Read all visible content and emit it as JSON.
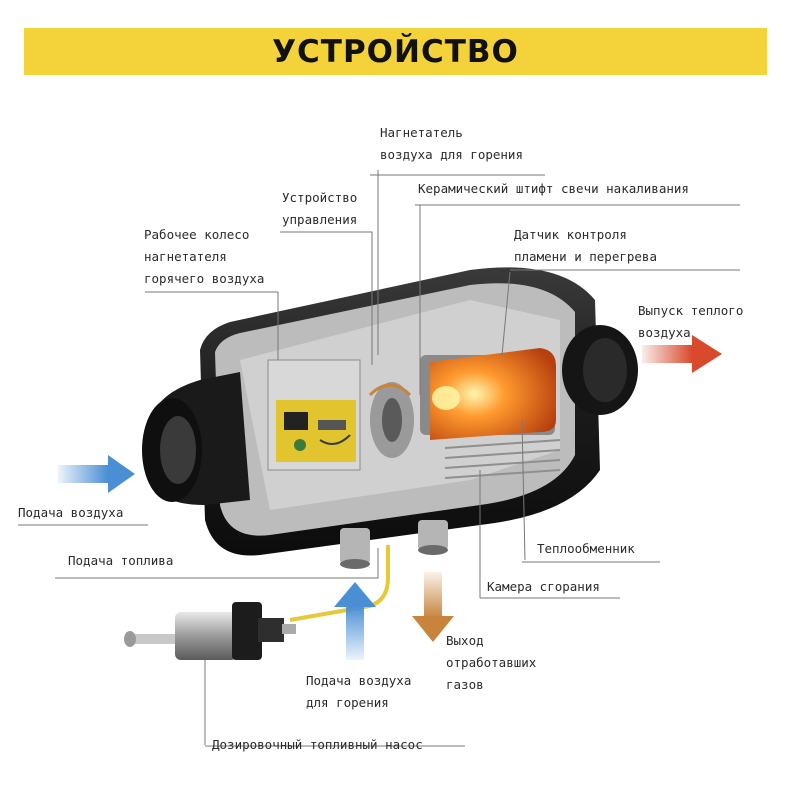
{
  "title": "УСТРОЙСТВО",
  "colors": {
    "banner": "#f4d33a",
    "arrow_in": "#4a8fd4",
    "arrow_out": "#d94a2c",
    "arrow_exhaust": "#c8843c",
    "fuel_line": "#e6c93a",
    "housing": "#1b1b1b",
    "leader": "#777777"
  },
  "labels": {
    "combustion_air_blower": [
      "Нагнетатель",
      "воздуха для горения"
    ],
    "control_unit": [
      "Устройство",
      "управления"
    ],
    "glow_pin": [
      "Керамический штифт свечи накаливания"
    ],
    "flame_sensor": [
      "Датчик контроля",
      "пламени и перегрева"
    ],
    "hot_air_impeller": [
      "Рабочее колесо",
      "нагнетателя",
      "горячего воздуха"
    ],
    "warm_air_outlet": [
      "Выпуск теплого",
      "воздуха"
    ],
    "air_intake": [
      "Подача воздуха"
    ],
    "fuel_supply": [
      "Подача топлива"
    ],
    "heat_exchanger": [
      "Теплообменник"
    ],
    "combustion_chamber": [
      "Камера сгорания"
    ],
    "exhaust_outlet": [
      "Выход",
      "отработавших",
      "газов"
    ],
    "combustion_air_intake": [
      "Подача воздуха",
      "для горения"
    ],
    "dosing_pump": [
      "Дозировочный топливный насос"
    ]
  }
}
